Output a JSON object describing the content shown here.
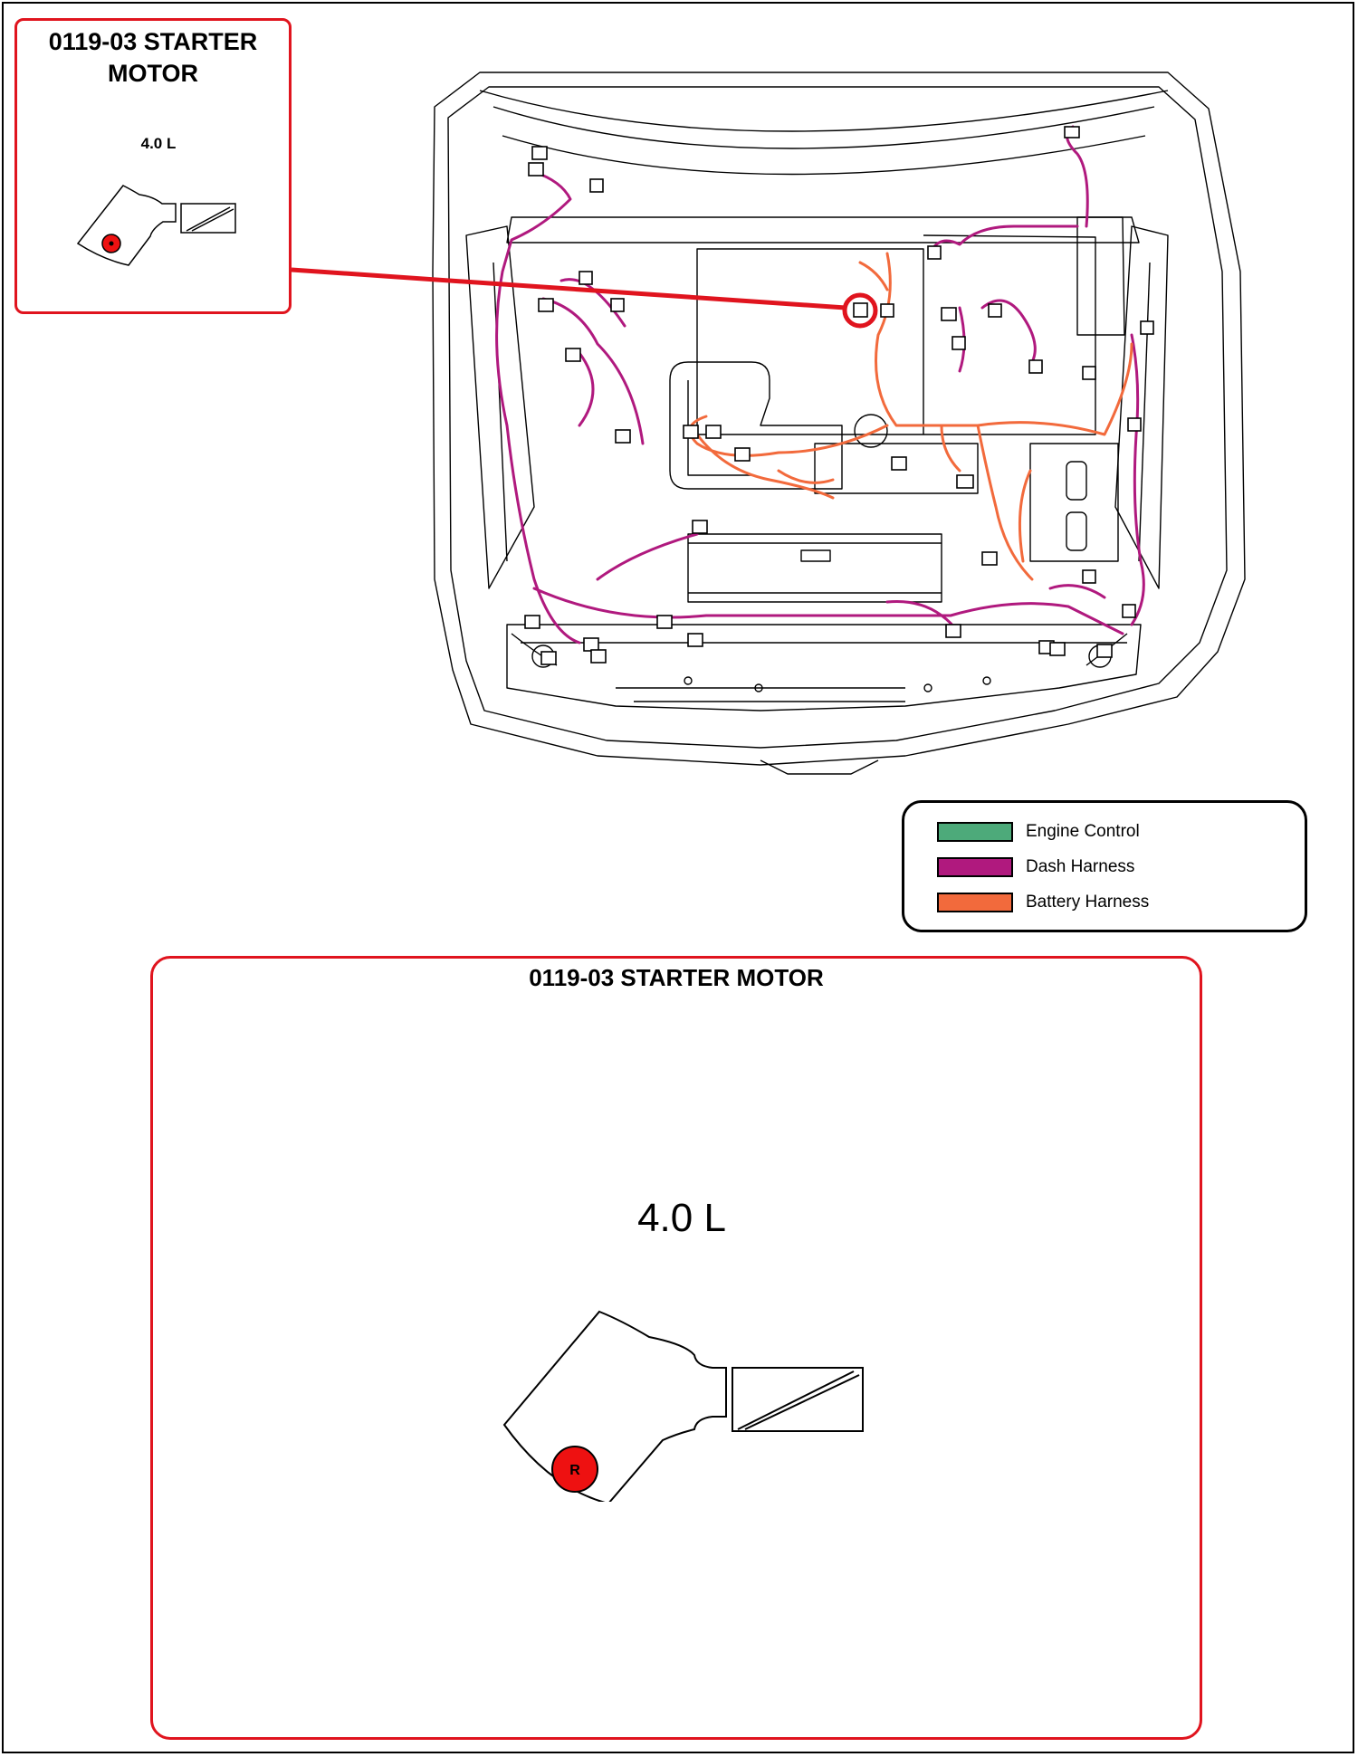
{
  "inset": {
    "title_line1": "0119-03 STARTER",
    "title_line2": "MOTOR",
    "variant": "4.0 L"
  },
  "legend": {
    "items": [
      {
        "label": "Engine Control",
        "color": "#4daa7a"
      },
      {
        "label": "Dash Harness",
        "color": "#b0197e"
      },
      {
        "label": "Battery Harness",
        "color": "#f26a3c"
      }
    ]
  },
  "detail": {
    "title": "0119-03 STARTER MOTOR",
    "variant": "4.0 L",
    "pin": "R"
  },
  "colors": {
    "callout": "#e0141e",
    "dash_harness": "#b0197e",
    "battery_harness": "#f26a3c",
    "pin_fill": "#ee1111"
  }
}
